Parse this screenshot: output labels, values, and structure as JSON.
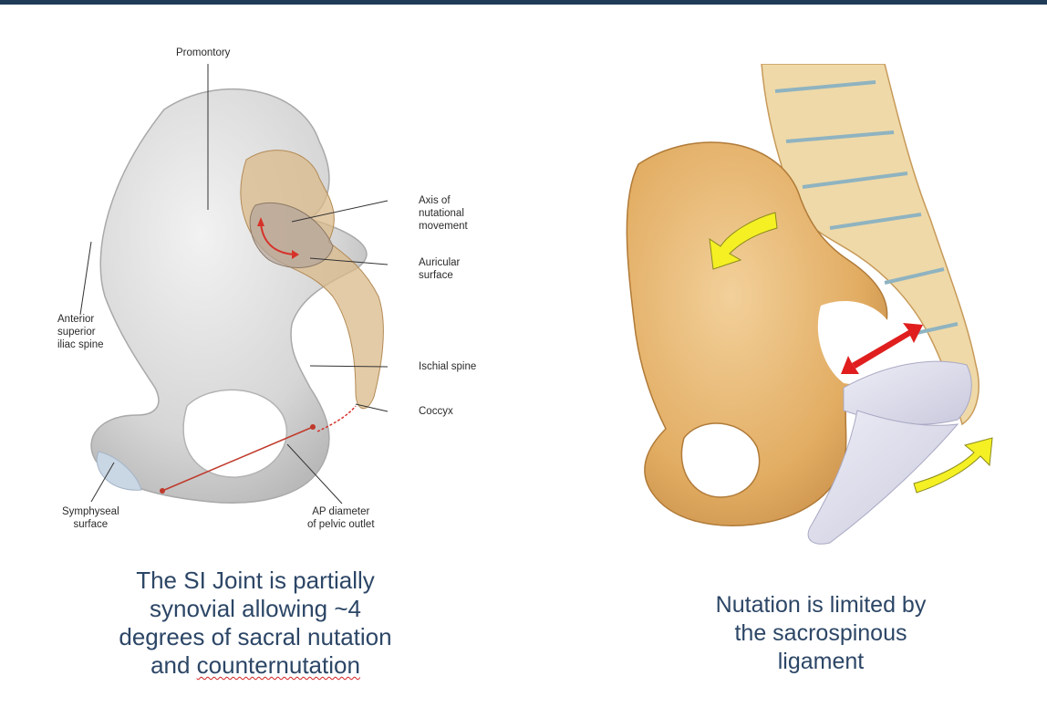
{
  "left_figure": {
    "labels": {
      "promontory": "Promontory",
      "axis": [
        "Axis of",
        "nutational",
        "movement"
      ],
      "auricular": [
        "Auricular",
        "surface"
      ],
      "asis": [
        "Anterior",
        "superior",
        "iliac spine"
      ],
      "ischial_spine": "Ischial spine",
      "coccyx": "Coccyx",
      "symphyseal": [
        "Symphyseal",
        "surface"
      ],
      "ap_diameter": [
        "AP diameter",
        "of pelvic outlet"
      ]
    },
    "caption_lines": [
      "The SI Joint is partially",
      "synovial allowing ~4",
      "degrees of sacral nutation",
      "and "
    ],
    "caption_misspelled_word": "counternutation"
  },
  "right_figure": {
    "caption_lines": [
      "Nutation is limited by",
      "the sacrospinous",
      "ligament"
    ]
  },
  "colors": {
    "top_bar": "#1f3b55",
    "caption_text": "#2c4666",
    "bone_grey": "#d8d8d8",
    "bone_tan": "#e6b877",
    "arrow_red": "#e01e1e",
    "arrow_yellow": "#f4f024",
    "ligament": "#d9d9ea"
  }
}
